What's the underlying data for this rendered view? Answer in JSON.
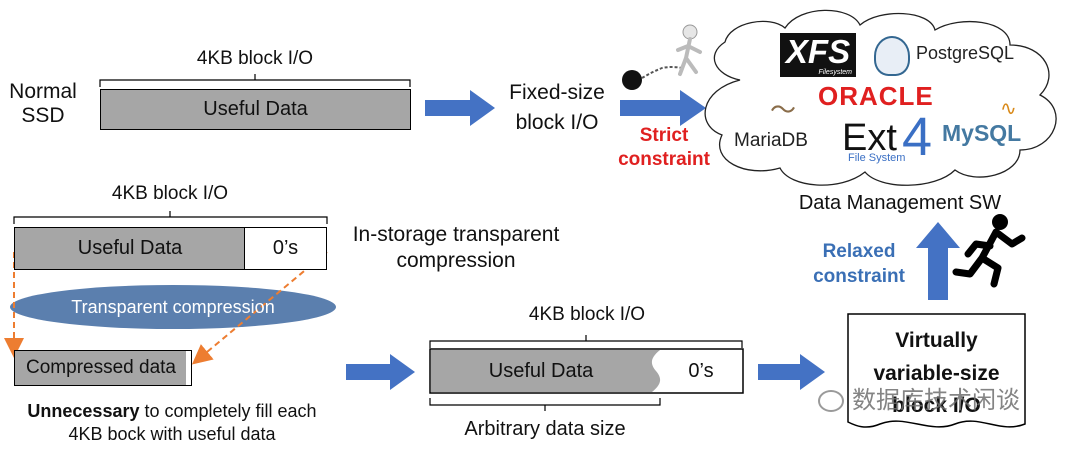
{
  "normal_ssd": {
    "line1": "Normal",
    "line2": "SSD"
  },
  "top_block": {
    "caption": "4KB block I/O",
    "label": "Useful Data"
  },
  "fixed_size": {
    "line1": "Fixed-size",
    "line2": "block I/O"
  },
  "strict": {
    "line1": "Strict",
    "line2": "constraint"
  },
  "logos": {
    "xfs": "XFS",
    "xfs_sub": "Filesystem",
    "postgres": "PostgreSQL",
    "oracle": "ORACLE",
    "mariadb": "MariaDB",
    "ext4": "Ext",
    "ext4_num": "4",
    "ext4_sub": "File System",
    "mysql": "MySQL"
  },
  "dm_sw": "Data Management SW",
  "relaxed": {
    "line1": "Relaxed",
    "line2": "constraint"
  },
  "left_block": {
    "caption": "4KB block I/O",
    "label": "Useful Data",
    "zeros": "0’s"
  },
  "in_storage": {
    "line1": "In-storage transparent",
    "line2": "compression"
  },
  "ellipse_label": "Transparent compression",
  "compressed_label": "Compressed data",
  "unnecessary": {
    "bold": "Unnecessary",
    "rest": " to completely fill each",
    "line2": "4KB bock with useful data"
  },
  "mid_block": {
    "caption": "4KB block I/O",
    "label": "Useful Data",
    "zeros": "0’s",
    "under": "Arbitrary data size"
  },
  "virtual_box": {
    "line1": "Virtually",
    "line2": "variable-size",
    "line3": "block I/O"
  },
  "watermark": "数据库技术闲谈",
  "colors": {
    "arrow_blue": "#4472c4",
    "ellipse": "#5b7fae",
    "dash_orange": "#ed7d31",
    "block_gray": "#a6a6a6"
  }
}
